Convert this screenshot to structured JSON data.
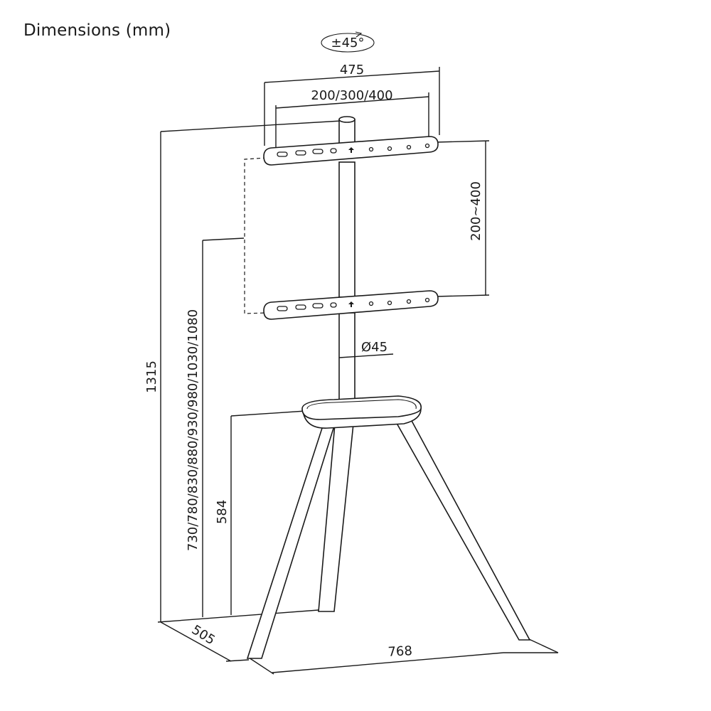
{
  "title": "Dimensions (mm)",
  "colors": {
    "line": "#1a1a1a",
    "background": "#ffffff"
  },
  "labels": {
    "rotation": "±45°",
    "overall_bracket_width": "475",
    "vesa_width": "200/300/400",
    "vesa_height": "200~400",
    "pole_diameter": "Ø45",
    "total_height": "1315",
    "mount_heights": "730/780/830/880/930/980/1030/1080",
    "shelf_height": "584",
    "depth": "505",
    "width": "768"
  },
  "icons": {
    "rotation": "rotate-arrow-icon",
    "bracket_arrow": "up-arrow-icon"
  }
}
